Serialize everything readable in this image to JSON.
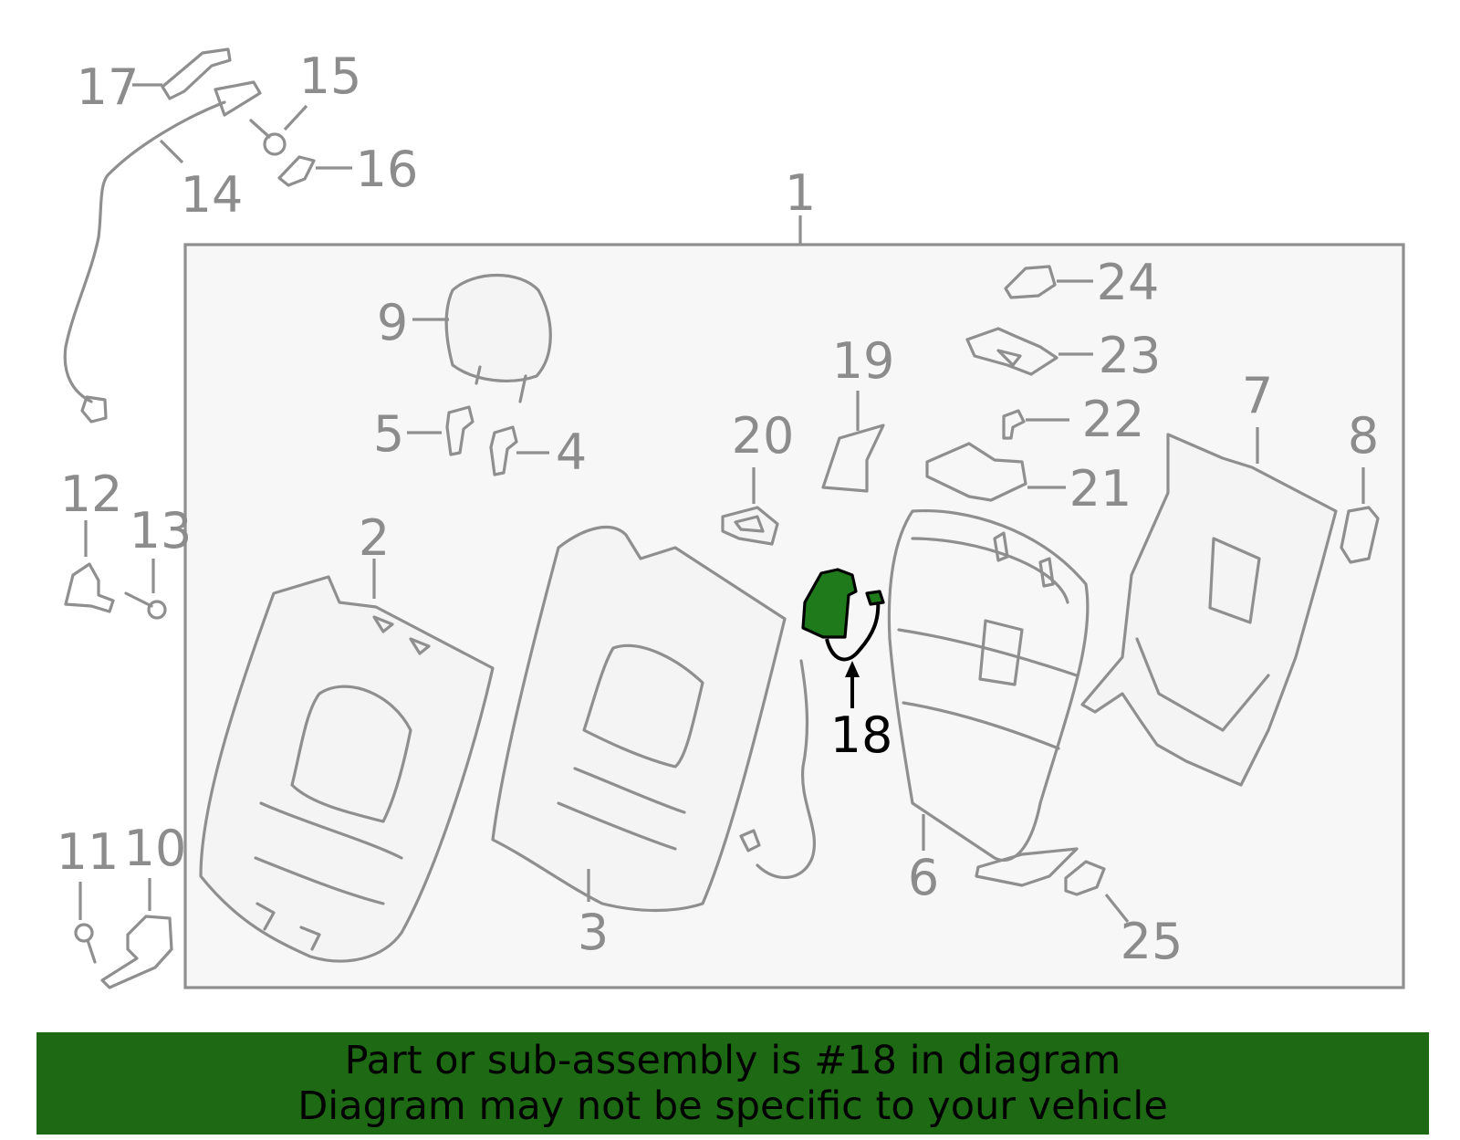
{
  "colors": {
    "highlight": "#1e7a1a",
    "banner_bg": "#1e6a14",
    "line_gray": "#8f8f8f",
    "panel_bg": "#f7f7f7"
  },
  "callouts": {
    "c1": "1",
    "c2": "2",
    "c3": "3",
    "c4": "4",
    "c5": "5",
    "c6": "6",
    "c7": "7",
    "c8": "8",
    "c9": "9",
    "c10": "10",
    "c11": "11",
    "c12": "12",
    "c13": "13",
    "c14": "14",
    "c15": "15",
    "c16": "16",
    "c17": "17",
    "c18": "18",
    "c19": "19",
    "c20": "20",
    "c21": "21",
    "c22": "22",
    "c23": "23",
    "c24": "24",
    "c25": "25"
  },
  "highlighted_part": "18",
  "banner": {
    "line1": "Part or sub-assembly is #18 in diagram",
    "line2": "Diagram may not be specific to your vehicle"
  }
}
